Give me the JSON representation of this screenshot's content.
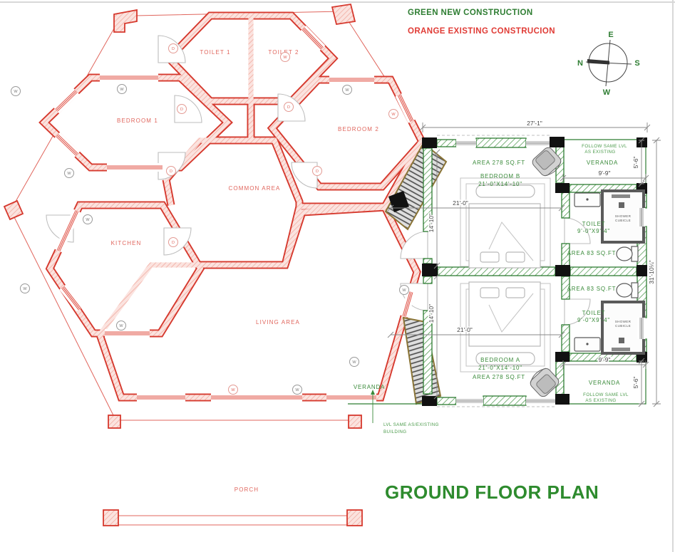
{
  "legend": {
    "new": "GREEN NEW CONSTRUCTION",
    "existing": "ORANGE EXISTING CONSTRUCION"
  },
  "compass": {
    "n": "N",
    "e": "E",
    "s": "S",
    "w": "W"
  },
  "title": "GROUND FLOOR PLAN",
  "existing_rooms": {
    "toilet1": "TOILET 1",
    "toilet2": "TOILET 2",
    "bedroom1": "BEDROOM 1",
    "bedroom2": "BEDROOM 2",
    "common": "COMMON AREA",
    "kitchen": "KITCHEN",
    "living": "LIVING AREA",
    "porch": "PORCH"
  },
  "new_construction": {
    "bedroom_b": {
      "area": "AREA 278 SQ.FT",
      "name": "BEDROOM B",
      "size": "21'-0\"X14'-10\""
    },
    "bedroom_a": {
      "name": "BEDROOM A",
      "size": "21'-0\"X14'-10\"",
      "area": "AREA 278 SQ.FT"
    },
    "toilet": {
      "name": "TOILET",
      "size": "9'-0\"X9'-4\"",
      "area": "AREA 83 SQ.FT",
      "shower_line1": "SHOWER",
      "shower_line2": "CUBICLE"
    },
    "veranda": {
      "name": "VERANDA",
      "note_line1": "FOLLOW SAME LVL",
      "note_line2": "AS EXISTING"
    },
    "veranda_left": {
      "name": "VERANDA",
      "note_line1": "LVL SAME AS/EXISTING",
      "note_line2": "BUILDING"
    }
  },
  "dimensions": {
    "total_width": "27'-1\"",
    "total_height": "31'-10¼\"",
    "veranda_width": "9'-9\"",
    "veranda_height": "5'-6\"",
    "room_width": "21'-0\"",
    "room_height": "14'-10\""
  },
  "tags": {
    "window": "W",
    "door": "D"
  },
  "colors": {
    "new_construction": "#2e7d32",
    "existing_construction": "#d6392e",
    "title_green": "#2e8b2e",
    "legend_red": "#e03b35",
    "label_red": "#e0655c",
    "label_green": "#3a8a3a"
  }
}
